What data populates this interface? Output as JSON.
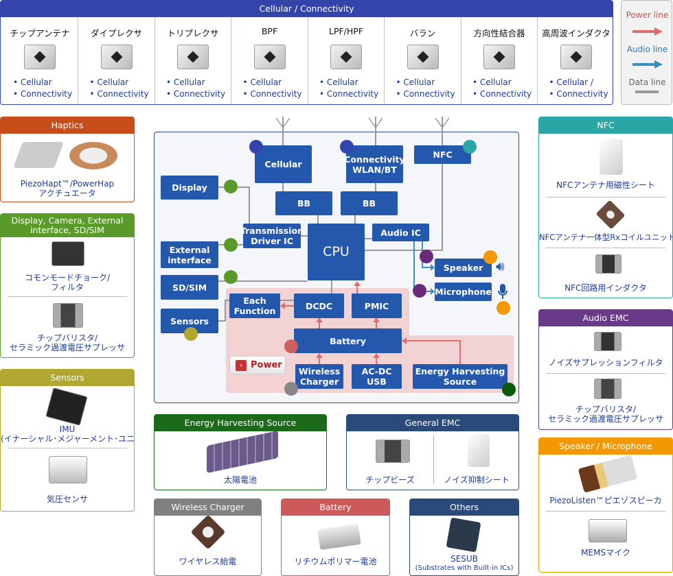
{
  "cellular_panel": {
    "title": "Cellular / Connectivity",
    "items": [
      {
        "name": "チップアンテナ",
        "bullets": [
          "Cellular",
          "Connectivity"
        ]
      },
      {
        "name": "ダイプレクサ",
        "bullets": [
          "Cellular",
          "Connectivity"
        ]
      },
      {
        "name": "トリプレクサ",
        "bullets": [
          "Cellular",
          "Connectivity"
        ]
      },
      {
        "name": "BPF",
        "bullets": [
          "Cellular",
          "Connectivity"
        ]
      },
      {
        "name": "LPF/HPF",
        "bullets": [
          "Cellular",
          "Connectivity"
        ]
      },
      {
        "name": "バラン",
        "bullets": [
          "Cellular",
          "Connectivity"
        ]
      },
      {
        "name": "方向性結合器",
        "bullets": [
          "Cellular",
          "Connectivity"
        ]
      },
      {
        "name": "高周波インダクタ",
        "bullets": [
          "Cellular /",
          "Connectivity"
        ]
      }
    ]
  },
  "legend": {
    "power": "Power line",
    "audio": "Audio line",
    "data": "Data line",
    "colors": {
      "power": "#e06b6b",
      "audio": "#3a8fc0",
      "data": "#999999"
    }
  },
  "left": {
    "haptics": {
      "title": "Haptics",
      "items": [
        "PiezoHapt™/PowerHap\nアクチュエータ"
      ]
    },
    "display": {
      "title": "Display, Camera, External interface, SD/SIM",
      "items": [
        "コモンモードチョーク/\nフィルタ",
        "チップバリスタ/\nセラミック過渡電圧サプレッサ"
      ]
    },
    "sensors": {
      "title": "Sensors",
      "items": [
        "IMU\n(イナーシャル･メジャーメント･ユニット)",
        "気圧センサ"
      ]
    }
  },
  "right": {
    "nfc": {
      "title": "NFC",
      "items": [
        "NFCアンテナ用磁性シート",
        "NFCアンテナ一体型Rxコイルユニット",
        "NFC回路用インダクタ"
      ]
    },
    "audio_emc": {
      "title": "Audio EMC",
      "items": [
        "ノイズサプレッションフィルタ",
        "チップバリスタ/\nセラミック過渡電圧サプレッサ"
      ]
    },
    "speaker": {
      "title": "Speaker / Microphone",
      "items": [
        "PiezoListen™ピエゾスピーカ",
        "MEMSマイク"
      ]
    }
  },
  "diagram": {
    "cellular": "Cellular",
    "connectivity": "Connectivity\nWLAN/BT",
    "nfc": "NFC",
    "display": "Display",
    "bb": "BB",
    "transmission": "Transmission\nDriver IC",
    "cpu": "CPU",
    "audio_ic": "Audio IC",
    "external": "External\ninterface",
    "sdsim": "SD/SIM",
    "sensors": "Sensors",
    "speaker": "Speaker",
    "microphone": "Microphone",
    "each_function": "Each\nFunction",
    "dcdc": "DCDC",
    "pmic": "PMIC",
    "battery": "Battery",
    "wireless": "Wireless\nCharger",
    "acdc": "AC-DC\nUSB",
    "ehs": "Energy Harvesting\nSource",
    "power_button": "Power"
  },
  "bottom": {
    "energy": {
      "title": "Energy Harvesting Source",
      "items": [
        "太陽電池"
      ]
    },
    "emc": {
      "title": "General EMC",
      "items": [
        "チップビーズ",
        "ノイズ抑制シート"
      ]
    },
    "wireless": {
      "title": "Wireless Charger",
      "items": [
        "ワイヤレス給電"
      ]
    },
    "battery": {
      "title": "Battery",
      "items": [
        "リチウムポリマー電池"
      ]
    },
    "others": {
      "title": "Others",
      "items": [
        "SESUB",
        "(Substrates with Built-in ICs)"
      ]
    }
  }
}
